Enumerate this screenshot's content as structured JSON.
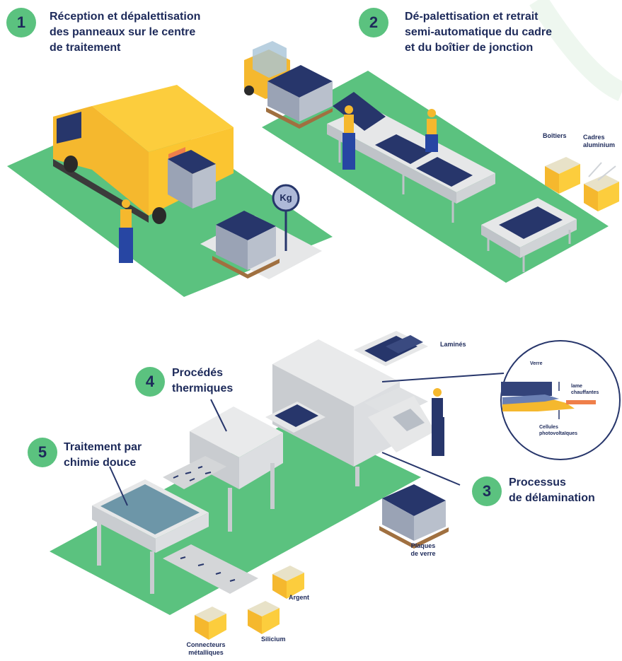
{
  "steps": [
    {
      "number": "1",
      "title": "Réception et dépalettisation\ndes panneaux sur le centre\nde traitement"
    },
    {
      "number": "2",
      "title": "Dé-palettisation et retrait\nsemi-automatique du cadre\net du boîtier de jonction"
    },
    {
      "number": "3",
      "title": "Processus\nde délamination"
    },
    {
      "number": "4",
      "title": "Procédés\nthermiques"
    },
    {
      "number": "5",
      "title": "Traitement par\nchimie douce"
    }
  ],
  "labels": {
    "kg": "Kg",
    "boitiers": "Boîtiers",
    "cadres": "Cadres\naluminium",
    "lamines": "Laminés",
    "verre": "Verre",
    "lame": "lame\nchauffantes",
    "cellules": "Cellules\nphotovoltaïques",
    "plaques": "Plaques\nde verre",
    "argent": "Argent",
    "silicium": "Silicium",
    "connecteurs": "Connecteurs\nmétalliques"
  },
  "colors": {
    "green": "#5bc27f",
    "navy": "#1d2a5a",
    "yellow": "#f5b82e",
    "grey": "#d4d6d8",
    "panel": "#27366b",
    "water": "#6d96a8"
  }
}
